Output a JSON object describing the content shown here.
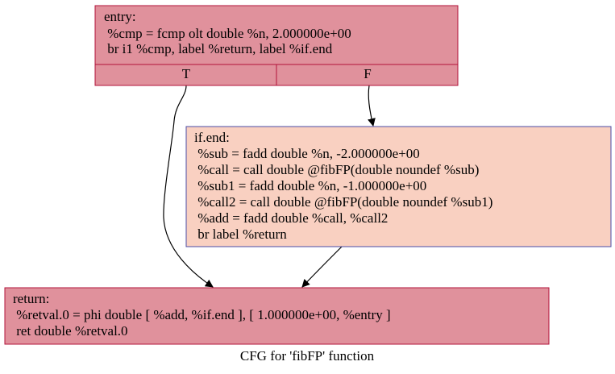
{
  "caption": "CFG for 'fibFP' function",
  "colors": {
    "entry_fill": "#e0919c",
    "entry_stroke": "#b2133a",
    "ifend_fill": "#f9d0c1",
    "ifend_stroke": "#4c4ea8",
    "return_fill": "#e0919c",
    "return_stroke": "#b2133a",
    "edge": "#000000"
  },
  "nodes": {
    "entry": {
      "lines": [
        "entry:",
        " %cmp = fcmp olt double %n, 2.000000e+00",
        " br i1 %cmp, label %return, label %if.end"
      ],
      "ports": [
        "T",
        "F"
      ]
    },
    "if_end": {
      "lines": [
        "if.end:",
        " %sub = fadd double %n, -2.000000e+00",
        " %call = call double @fibFP(double noundef %sub)",
        " %sub1 = fadd double %n, -1.000000e+00",
        " %call2 = call double @fibFP(double noundef %sub1)",
        " %add = fadd double %call, %call2",
        " br label %return"
      ]
    },
    "return": {
      "lines": [
        "return:",
        " %retval.0 = phi double [ %add, %if.end ], [ 1.000000e+00, %entry ]",
        " ret double %retval.0"
      ]
    }
  },
  "edges": [
    {
      "from": "entry",
      "port": "T",
      "to": "return"
    },
    {
      "from": "entry",
      "port": "F",
      "to": "if_end"
    },
    {
      "from": "if_end",
      "to": "return"
    }
  ]
}
